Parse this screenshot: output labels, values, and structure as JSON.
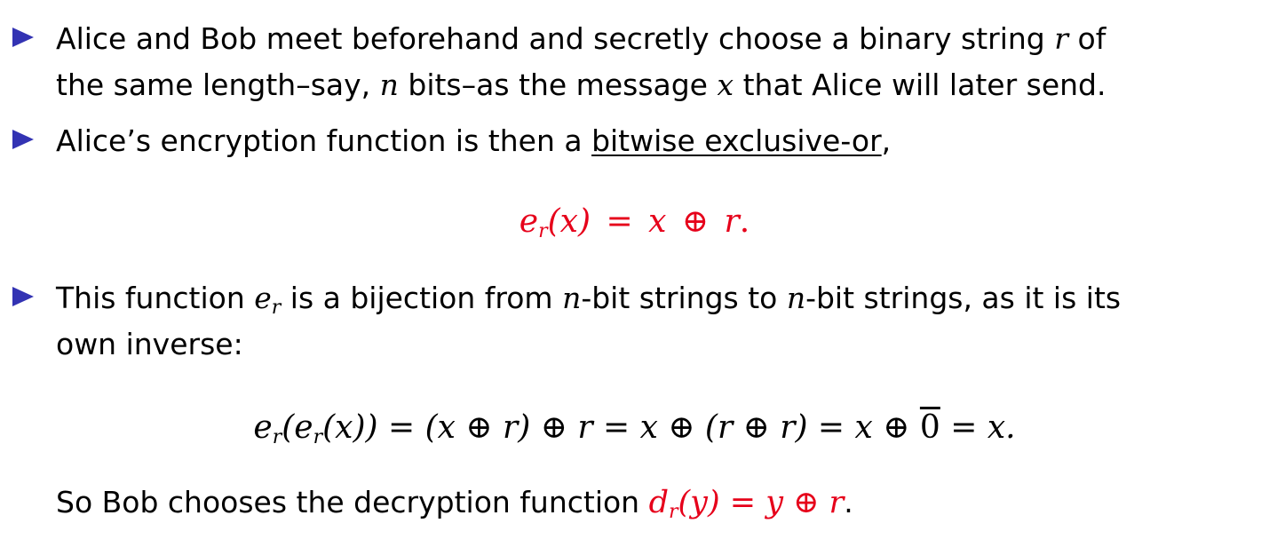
{
  "bullets": [
    {
      "line1_pre": "Alice and Bob meet beforehand and secretly choose a binary string ",
      "line1_var": "r",
      "line1_post": " of",
      "line2_pre": "the same length–say, ",
      "line2_var_n": "n",
      "line2_mid": " bits–as the message ",
      "line2_var_x": "x",
      "line2_post": " that Alice will later send."
    },
    {
      "pre": "Alice’s encryption function is then a ",
      "underlined": "bitwise exclusive-or",
      "post": ","
    },
    {
      "line1_pre": "This function ",
      "line1_var": "e",
      "line1_sub": "r",
      "line1_mid": " is a bijection from ",
      "line1_n1": "n",
      "line1_mid2": "-bit strings to ",
      "line1_n2": "n",
      "line1_post": "-bit strings, as it is its",
      "line2": "own inverse:"
    }
  ],
  "equation1": {
    "e": "e",
    "sub": "r",
    "lhs_rest": "(x)",
    "eq": "=",
    "x": "x",
    "xor": "⊕",
    "r": "r",
    "dot": "."
  },
  "equation2": {
    "text_a": "e",
    "sub_a": "r",
    "text_b": "(e",
    "sub_b": "r",
    "text_c": "(x)) = (x ⊕ r) ⊕ r = x ⊕ (r ⊕ r) = x ⊕ ",
    "zero": "0",
    "text_d": " = x."
  },
  "final": {
    "pre": "So Bob chooses the decryption function ",
    "d": "d",
    "sub": "r",
    "rest": "(y) = y ⊕ r",
    "dot": "."
  },
  "colors": {
    "bullet": "#3333b3",
    "highlight": "#e6001a"
  }
}
